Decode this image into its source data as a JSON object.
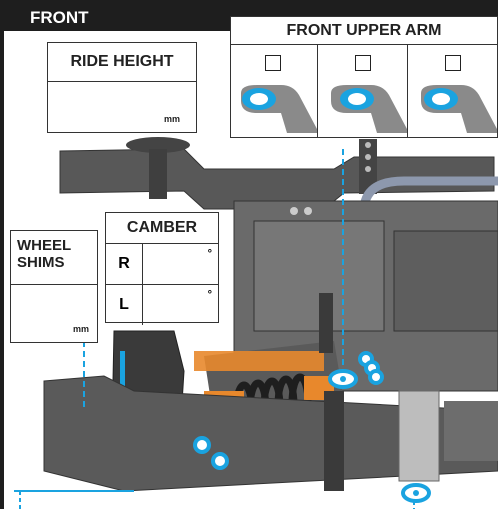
{
  "header": {
    "front_label": "FRONT"
  },
  "ride_height": {
    "title": "RIDE HEIGHT",
    "unit": "mm"
  },
  "front_upper_arm": {
    "title": "FRONT UPPER ARM",
    "options": [
      {
        "checked": false
      },
      {
        "checked": false
      },
      {
        "checked": false
      }
    ]
  },
  "camber": {
    "title": "CAMBER",
    "rows": [
      {
        "label": "R",
        "unit": "°"
      },
      {
        "label": "L",
        "unit": "°"
      }
    ]
  },
  "wheel_shims": {
    "title_line1": "WHEEL",
    "title_line2": "SHIMS",
    "unit": "mm"
  },
  "colors": {
    "accent": "#1aa3e0",
    "hardware": "#e8882c",
    "chassis": "#4a4a4a"
  }
}
